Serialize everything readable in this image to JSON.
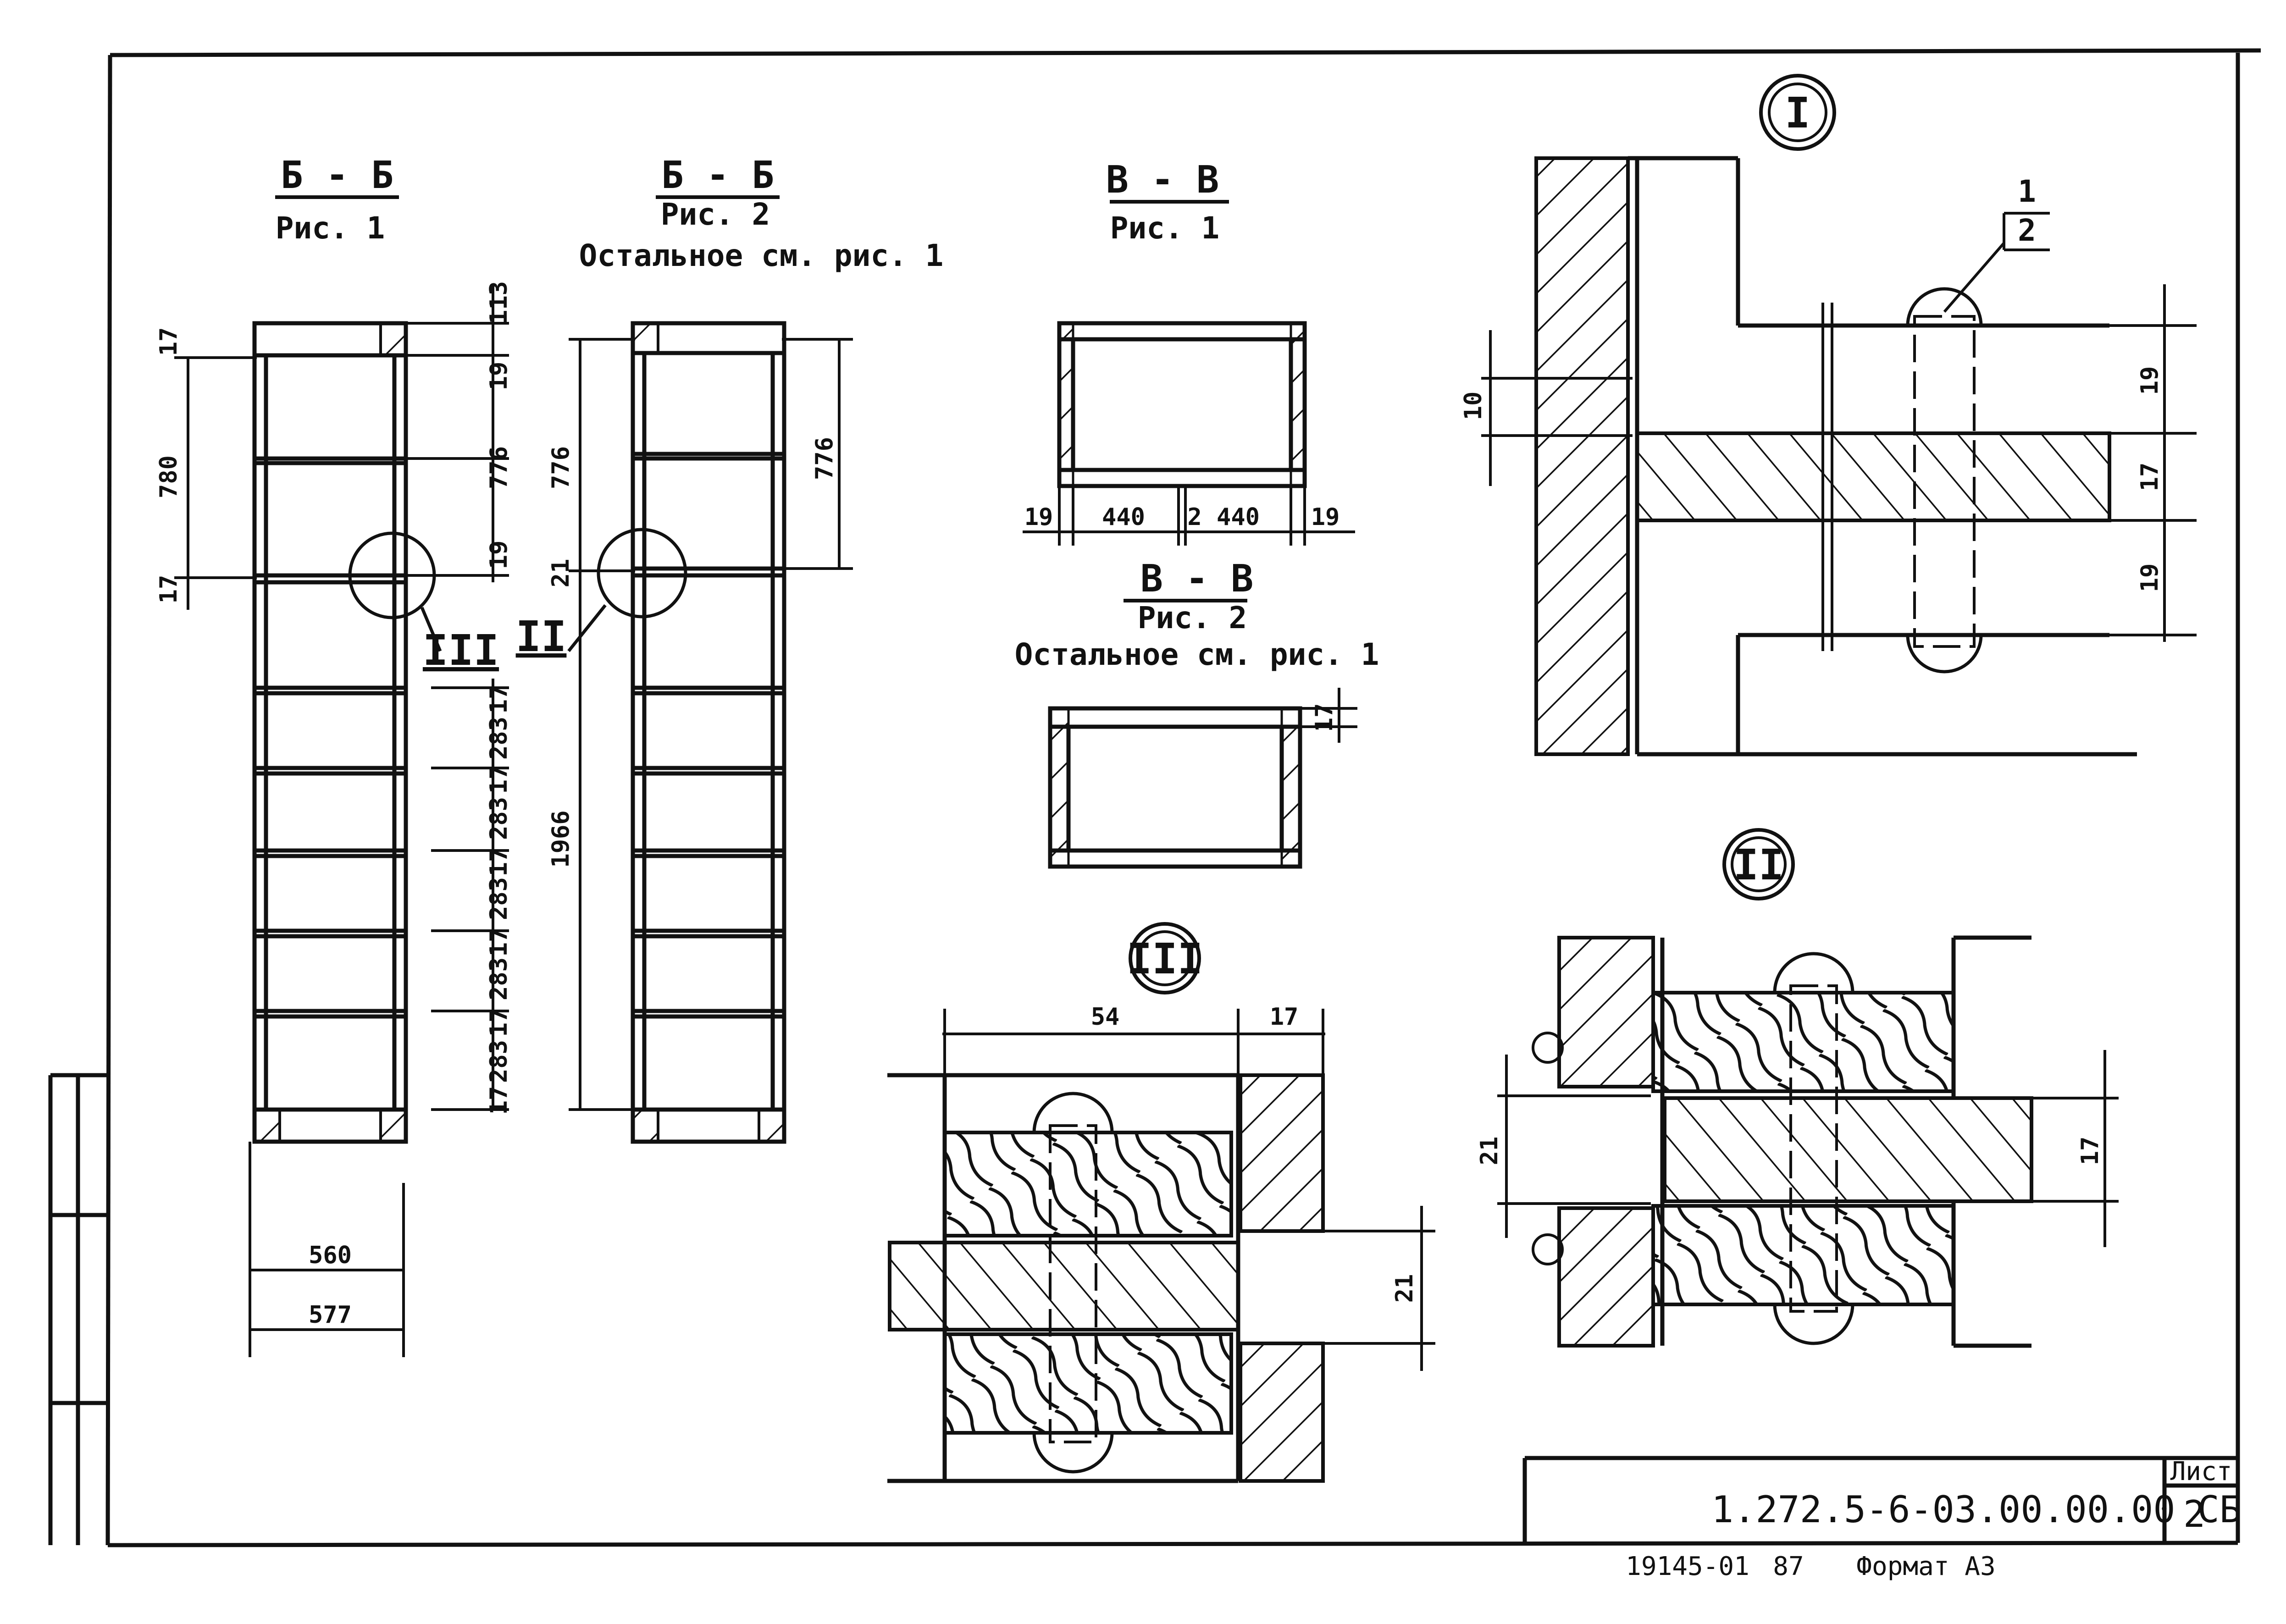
{
  "drawing": {
    "code": "1.272.5-6-03.00.00.00 СБ",
    "sheet_label": "Лист",
    "sheet_number": "2",
    "footer_number": "19145-01",
    "footer_copy": "87",
    "footer_format": "Формат А3"
  },
  "sections": {
    "bb1": {
      "name": "Б - Б",
      "ref": "Рис. 1"
    },
    "bb2": {
      "name": "Б - Б",
      "ref": "Рис. 2",
      "note": "Остальное см. рис. 1"
    },
    "vv1": {
      "name": "В - В",
      "ref": "Рис. 1"
    },
    "vv2": {
      "name": "В - В",
      "ref": "Рис. 2",
      "note": "Остальное см. рис. 1"
    }
  },
  "details": {
    "d1": "I",
    "d2": "II",
    "d3": "III"
  },
  "callouts": {
    "item_1": "1",
    "item_2": "2"
  },
  "dims": {
    "bb1_d17a": "17",
    "bb1_d780": "780",
    "bb1_d17b": "17",
    "bb1_d113": "113",
    "bb1_d19a": "19",
    "bb1_d776": "776",
    "bb1_d19b": "19",
    "bb1_p1": "17",
    "bb1_p2": "283",
    "bb1_p3": "17",
    "bb1_p4": "283",
    "bb1_p5": "17",
    "bb1_p6": "283",
    "bb1_p7": "17",
    "bb1_p8": "283",
    "bb1_p9": "17",
    "bb1_p10": "283",
    "bb1_p11": "17",
    "bb1_w560": "560",
    "bb1_w577": "577",
    "bb2_d776a": "776",
    "bb2_d21": "21",
    "bb2_d1966": "1966",
    "bb2_d776b": "776",
    "vv1_d19a": "19",
    "vv1_d440a": "440",
    "vv1_d2": "2",
    "vv1_d440b": "440",
    "vv1_d19b": "19",
    "vv2_d17": "17",
    "dI_10": "10",
    "dI_19a": "19",
    "dI_17": "17",
    "dI_19b": "19",
    "dII_21": "21",
    "dII_17": "17",
    "dIII_54": "54",
    "dIII_17": "17",
    "dIII_21": "21"
  }
}
